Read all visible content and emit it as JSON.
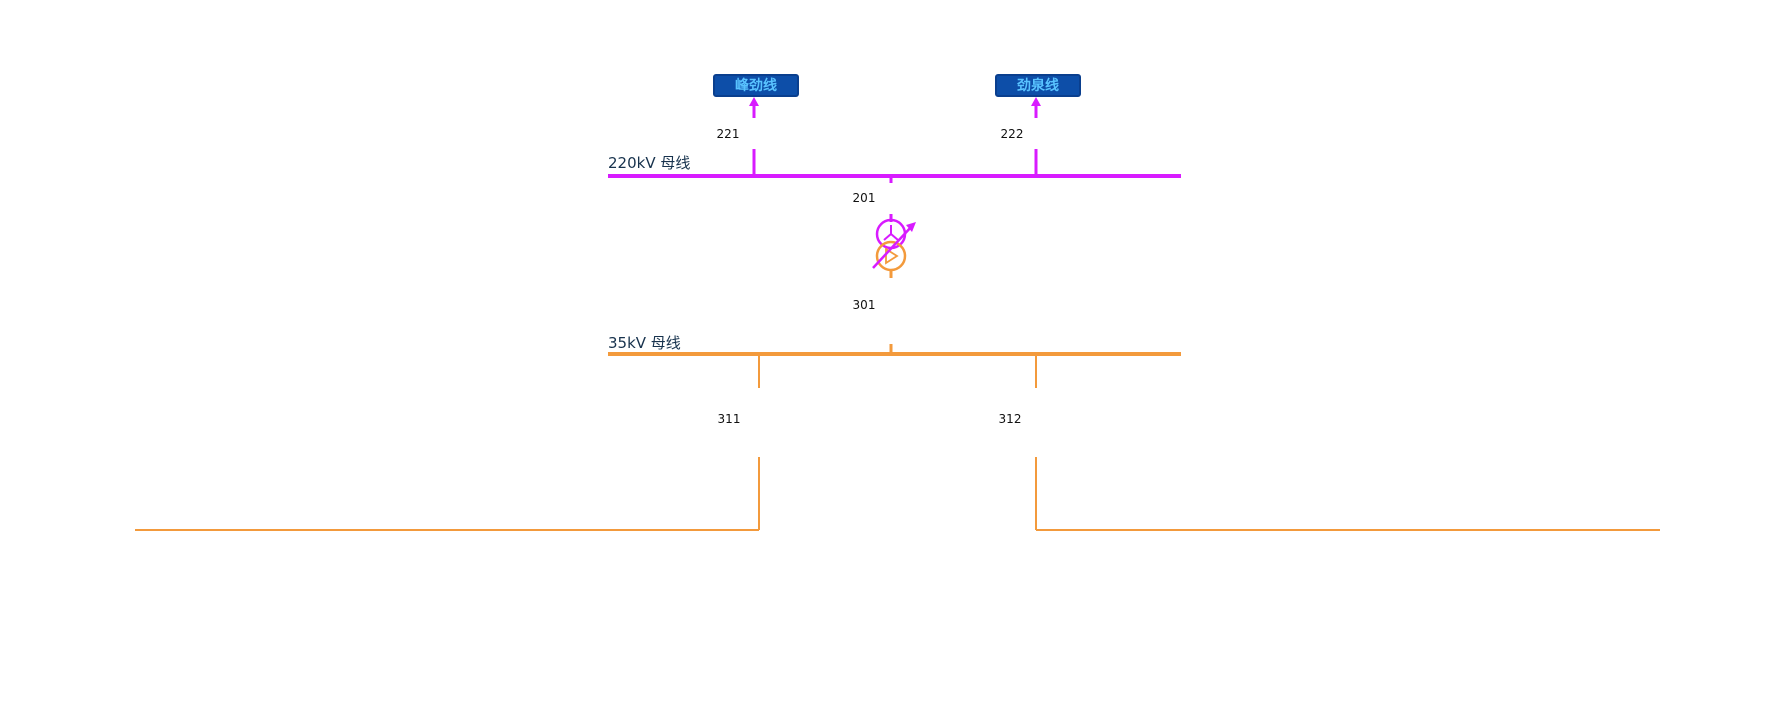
{
  "diagram": {
    "colors": {
      "background": "#ffffff",
      "bus_220kv": "#d81bff",
      "bus_35kv": "#f39a3c",
      "label_text": "#111111",
      "bus_text": "#17324d",
      "feeder_box_fill": "#0d4ea8",
      "feeder_box_border": "#0a3f8e",
      "feeder_text": "#59c3ff"
    },
    "buses": {
      "high": {
        "label": "220kV 母线"
      },
      "low": {
        "label": "35kV 母线"
      }
    },
    "feeders": [
      {
        "label": "峰劲线",
        "switch": "221"
      },
      {
        "label": "劲泉线",
        "switch": "222"
      }
    ],
    "transformer": {
      "upper_switch": "201",
      "lower_switch": "301"
    },
    "lower_switches": [
      {
        "label": "311"
      },
      {
        "label": "312"
      }
    ]
  }
}
